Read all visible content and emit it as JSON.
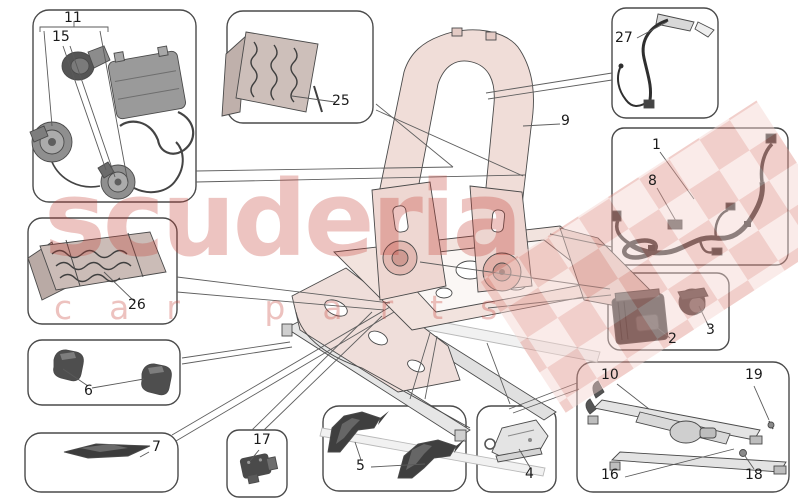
{
  "diagram": {
    "watermark": {
      "brand": "scuderia",
      "sub": "car parts",
      "color": "#c8473c"
    },
    "callouts": {
      "n11": "11",
      "n15": "15",
      "n25": "25",
      "n27": "27",
      "n9": "9",
      "n1": "1",
      "n8": "8",
      "n2": "2",
      "n3": "3",
      "n26": "26",
      "n6": "6",
      "n7": "7",
      "n17": "17",
      "n5": "5",
      "n4": "4",
      "n10": "10",
      "n19": "19",
      "n16": "16",
      "n18": "18"
    },
    "colors": {
      "line_art": "#4a4a4a",
      "watermark_red": "#c8473c",
      "tint": "#f0ddd8"
    }
  }
}
